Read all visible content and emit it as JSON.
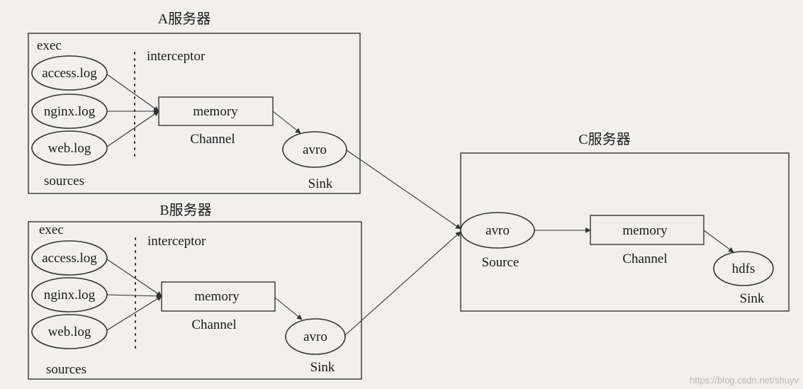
{
  "server_a": {
    "title": "A服务器",
    "exec": "exec",
    "interceptor": "interceptor",
    "sources_label": "sources",
    "sources": [
      "access.log",
      "nginx.log",
      "web.log"
    ],
    "channel_node": "memory",
    "channel_label": "Channel",
    "sink_node": "avro",
    "sink_label": "Sink"
  },
  "server_b": {
    "title": "B服务器",
    "exec": "exec",
    "interceptor": "interceptor",
    "sources_label": "sources",
    "sources": [
      "access.log",
      "nginx.log",
      "web.log"
    ],
    "channel_node": "memory",
    "channel_label": "Channel",
    "sink_node": "avro",
    "sink_label": "Sink"
  },
  "server_c": {
    "title": "C服务器",
    "source_node": "avro",
    "source_label": "Source",
    "channel_node": "memory",
    "channel_label": "Channel",
    "sink_node": "hdfs",
    "sink_label": "Sink"
  },
  "watermark": "https://blog.csdn.net/shuyv",
  "colors": {
    "stroke": "#333333",
    "background": "#f1f0ee",
    "text": "#1a1a1a"
  }
}
